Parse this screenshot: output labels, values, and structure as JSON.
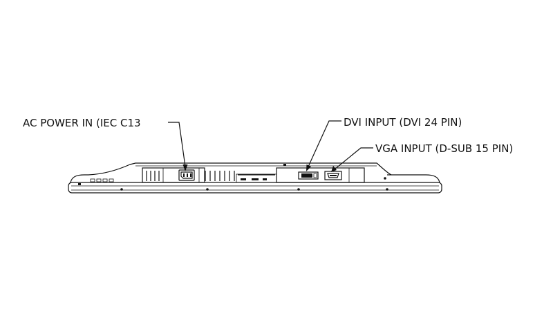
{
  "callouts": {
    "ac_power": "AC POWER IN (IEC C13",
    "dvi": "DVI INPUT (DVI 24 PIN)",
    "vga": "VGA INPUT (D-SUB 15 PIN)"
  },
  "colors": {
    "line": "#111111",
    "background": "#ffffff"
  }
}
